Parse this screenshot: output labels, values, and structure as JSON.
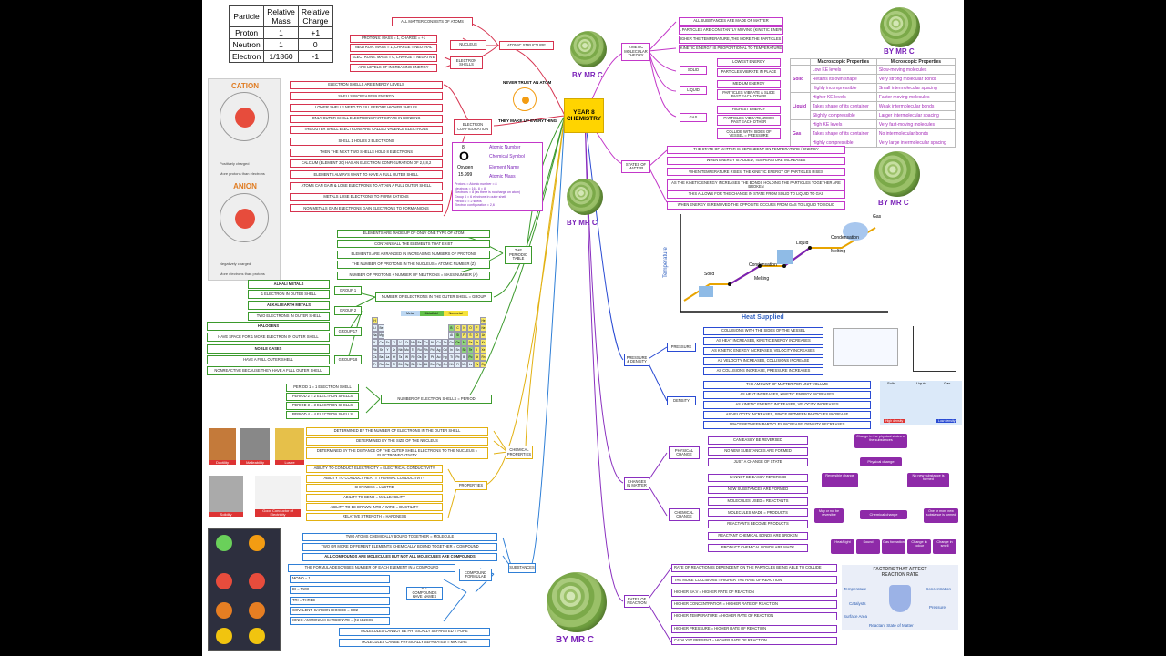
{
  "title_center": "YEAR 8 CHEMISTRY",
  "byline": "BY MR C",
  "particle_table": {
    "headers": [
      "Particle",
      "Relative Mass",
      "Relative Charge"
    ],
    "rows": [
      [
        "Proton",
        "1",
        "+1"
      ],
      [
        "Neutron",
        "1",
        "0"
      ],
      [
        "Electron",
        "1/1860",
        "-1"
      ]
    ]
  },
  "cation": {
    "title": "CATION",
    "note1": "Positively charged",
    "note2": "More protons than electrons"
  },
  "anion": {
    "title": "ANION",
    "note1": "Negatively charged",
    "note2": "More electrons than protons"
  },
  "left_images": {
    "ductility": "Ductility",
    "malleability": "Malleability",
    "lustre": "Lustre",
    "solidity": "Solidity",
    "conductor": "Good Conductor of Electricity"
  },
  "atomic_structure": {
    "hub": "ATOMIC STRUCTURE",
    "top": "ALL MATTER CONSISTS OF ATOMS",
    "nucleus": "NUCLEUS",
    "protons": "PROTONS: MASS = 1, CHARGE = +1",
    "neutron": "NEUTRON: MASS = 1, CHARGE = NEUTRAL",
    "electron_shells": "ELECTRON SHELLS",
    "electrons": "ELECTRONS: MASS = 0, CHARGE = NEGATIVE",
    "levels": "ARE LEVELS OF INCREASING ENERGY"
  },
  "never_trust": "NEVER TRUST AN ATOM",
  "they_make_up": "THEY MAKE UP EVERYTHING",
  "electron_config": {
    "hub": "ELECTRON CONFIGURATION",
    "items": [
      "ELECTRON SHELLS ARE ENERGY LEVELS",
      "SHELLS INCREASE IN ENERGY",
      "LOWER SHELLS NEED TO FILL BEFORE HIGHER SHELLS",
      "ONLY OUTER SHELL ELECTRONS PARTICIPATE IN BONDING",
      "THE OUTER SHELL ELECTRONS ARE CALLED VALENCE ELECTRONS",
      "SHELL 1 HOLDS 2 ELECTRONS",
      "THEN THE NEXT TWO SHELLS HOLD 8 ELECTRONS",
      "CALCIUM (ELEMENT 20) HAS AN ELECTRON CONFIGURATION OF 2,8,8,2",
      "ELEMENTS ALWAYS WANT TO HAVE A FULL OUTER SHELL",
      "ATOMS CAN GAIN & LOSE ELECTRONS TO ATTAIN A FULL OUTER SHELL",
      "METALS LOSE ELECTRONS TO FORM CATIONS",
      "NON METALS GAIN ELECTRONS GAIN ELECTRONS TO FORM ANIONS"
    ]
  },
  "oxygen_card": {
    "number": "8",
    "symbol": "O",
    "name": "Oxygen",
    "mass": "15.999",
    "labels": [
      "Atomic Number",
      "Chemical Symbol",
      "Element Name",
      "Atomic Mass"
    ],
    "facts": [
      "Protons = Atomic number = 8",
      "Neutrons = 16 - 8 = 8",
      "Electrons = 8 (as there is no charge on atom)",
      "Group 6 = 6 electrons in outer shell",
      "Period 2 = 2 shells",
      "Electron configuration = 2,6"
    ]
  },
  "periodic_table": {
    "hub": "THE PERIODIC TABLE",
    "items": [
      "ELEMENTS ARE MADE UP OF ONLY ONE TYPE OF ATOM",
      "CONTAINS ALL THE ELEMENTS THAT EXIST",
      "ELEMENTS ARE ARRANGED IN INCREASING NUMBERS OF PROTONS",
      "THE NUMBER OF PROTONS IN THE NUCLEUS = ATOMIC NUMBER (Z)",
      "NUMBER OF PROTONS + NUMBER OF NEUTRONS = MASS NUMBER (A)"
    ],
    "group_rule": "NUMBER OF ELECTRONS IN THE OUTER SHELL = GROUP",
    "period_rule": "NUMBER OF ELECTRON SHELLS = PERIOD",
    "groups": [
      {
        "label": "GROUP 1",
        "a": "ALKALI METALS",
        "b": "1 ELECTRON IN OUTER SHELL"
      },
      {
        "label": "GROUP 2",
        "a": "ALKALI EARTH METALS",
        "b": "TWO ELECTRONS IN OUTER SHELL"
      },
      {
        "label": "GROUP 17",
        "a": "HALOGENS",
        "b": "HAVE SPACE FOR 1 MORE ELECTRON IN OUTER SHELL"
      },
      {
        "label": "GROUP 18",
        "a": "NOBLE GASES",
        "b": "HAVE A FULL OUTER SHELL",
        "c": "NONREACTIVE BECAUSE THEY HAVE A FULL OUTER SHELL"
      }
    ],
    "periods": [
      "PERIOD 1 = 1 ELECTRON SHELL",
      "PERIOD 2 = 2 ELECTRON SHELLS",
      "PERIOD 3 = 3 ELECTRON SHELLS",
      "PERIOD 4 = 4 ELECTRON SHELLS"
    ],
    "legend": [
      "Metal",
      "Metalloid",
      "Nonmetal"
    ],
    "row1": [
      "H",
      "",
      "",
      "",
      "",
      "",
      "",
      "",
      "",
      "",
      "",
      "",
      "",
      "",
      "",
      "",
      "",
      "He"
    ],
    "row2": [
      "Li",
      "Be",
      "",
      "",
      "",
      "",
      "",
      "",
      "",
      "",
      "",
      "",
      "B",
      "C",
      "N",
      "O",
      "F",
      "Ne"
    ],
    "row3": [
      "Na",
      "Mg",
      "",
      "",
      "",
      "",
      "",
      "",
      "",
      "",
      "",
      "",
      "Al",
      "Si",
      "P",
      "S",
      "Cl",
      "Ar"
    ],
    "row4": [
      "K",
      "Ca",
      "Sc",
      "Ti",
      "V",
      "Cr",
      "Mn",
      "Fe",
      "Co",
      "Ni",
      "Cu",
      "Zn",
      "Ga",
      "Ge",
      "As",
      "Se",
      "Br",
      "Kr"
    ],
    "row5": [
      "Rb",
      "Sr",
      "Y",
      "Zr",
      "Nb",
      "Mo",
      "Tc",
      "Ru",
      "Rh",
      "Pd",
      "Ag",
      "Cd",
      "In",
      "Sn",
      "Sb",
      "Te",
      "I",
      "Xe"
    ],
    "row6": [
      "Cs",
      "Ba",
      "La",
      "Hf",
      "Ta",
      "W",
      "Re",
      "Os",
      "Ir",
      "Pt",
      "Au",
      "Hg",
      "Tl",
      "Pb",
      "Bi",
      "Po",
      "At",
      "Rn"
    ],
    "row7": [
      "Fr",
      "Ra",
      "Ac",
      "Rf",
      "Db",
      "Sg",
      "Bh",
      "Hs",
      "Mt",
      "Ds",
      "Rg",
      "Cn",
      "Nh",
      "Fl",
      "Mc",
      "Lv",
      "Ts",
      "Og"
    ]
  },
  "chemical_properties": {
    "hub": "CHEMICAL PROPERTIES",
    "items": [
      "DETERMINED BY THE NUMBER OF ELECTRONS IN THE OUTER SHELL",
      "DETERMINED BY THE SIZE OF THE NUCLEUS",
      "DETERMINED BY THE DISTANCE OF THE OUTER SHELL ELECTRONS TO THE NUCLEUS = ELECTRONEGATIVITY"
    ]
  },
  "properties": {
    "hub": "PROPERTIES",
    "items": [
      "ABILITY TO CONDUCT ELECTRICITY = ELECTRICAL CONDUCTIVITY",
      "ABILITY TO CONDUCT HEAT = THERMAL CONDUCTIVITY",
      "SHININESS = LUSTRE",
      "ABILITY TO BEND = MALLEABILITY",
      "ABILITY TO BE DRAWN INTO A WIRE = DUCTILITY",
      "RELATIVE STRENGTH = HARDNESS"
    ]
  },
  "substances": {
    "hub": "SUBSTANCES",
    "items": [
      "TWO ATOMS CHEMICALLY BOUND TOGETHER = MOLECULE",
      "TWO OR MORE DIFFERENT ELEMENTS CHEMICALLY BOUND TOGETHER = COMPOUND",
      "ALL COMPOUNDS ARE MOLECULES BUT NOT ALL MOLECULES ARE COMPOUNDS"
    ],
    "formula_hub": "COMPOUND FORMULAE",
    "formula_top": "THE FORMULA DESCRIBES NUMBER OF EACH ELEMENT IN A COMPOUND",
    "names_hub": "ALL COMPOUNDS HAVE NAMES",
    "names": [
      "MONO = 1",
      "DI = TWO",
      "TRI = THREE",
      "COVALENT: CARBON DIOXIDE = CO2",
      "IONIC: AMMONIUM CARBONATE = (NH4)2CO3"
    ],
    "pure": "MOLECULES CANNOT BE PHYSICALLY SEPARATED = PURE",
    "mixture": "MOLECULES CAN BE PHYSICALLY SEPARATED = MIXTURE"
  },
  "kinetic": {
    "hub": "KINETIC MOLECULAR THEORY",
    "items": [
      "ALL SUBSTANCES ARE MADE OF MATTER",
      "ALL PARTICLES ARE CONSTANTLY MOVING (KINETIC ENERGY)",
      "THE HIGHER THE TEMPERATURE, THE MORE THE PARTICLES MOVE",
      "KINETIC ENERGY IS PROPORTIONAL TO TEMPERATURE"
    ],
    "solid": "SOLID",
    "solid_items": [
      "LOWEST ENERGY",
      "PARTICLES VIBRATE IN PLACE"
    ],
    "liquid": "LIQUID",
    "liquid_items": [
      "MEDIUM ENERGY",
      "PARTICLES VIBRATE & SLIDE PAST EACH OTHER"
    ],
    "gas": "GAS",
    "gas_items": [
      "HIGHEST ENERGY",
      "PARTICLES VIBRATE, ZOOM PAST EACH OTHER",
      "COLLIDE WITH SIDES OF VESSEL = PRESSURE"
    ]
  },
  "states_table": {
    "headers": [
      "",
      "Macroscopic Properties",
      "Microscopic Properties"
    ],
    "rows": [
      {
        "state": "Solid",
        "macro": [
          "Low KE levels",
          "Retains its own shape",
          "Highly incompressible"
        ],
        "micro": [
          "Slow-moving molecules",
          "Very strong molecular bonds",
          "Small intermolecular spacing"
        ]
      },
      {
        "state": "Liquid",
        "macro": [
          "Higher KE levels",
          "Takes shape of its container",
          "Slightly compressible"
        ],
        "micro": [
          "Faster moving molecules",
          "Weak intermolecular bonds",
          "Larger intermolecular spacing"
        ]
      },
      {
        "state": "Gas",
        "macro": [
          "High KE levels",
          "Takes shape of its container",
          "Highly compressible"
        ],
        "micro": [
          "Very fast-moving molecules",
          "No intermolecular bonds",
          "Very large intermolecular spacing"
        ]
      }
    ]
  },
  "states_of_matter": {
    "hub": "STATES OF MATTER",
    "items": [
      "THE STATE OF MATTER IS DEPENDENT ON TEMPERATURE / ENERGY",
      "WHEN ENERGY IS ADDED, TEMPERATURE INCREASES",
      "WHEN TEMPERATURE RISES, THE KINETIC ENERGY OF PARTICLES RISES",
      "AS THE KINETIC ENERGY INCREASES THE BONDS HOLDING THE PARTICLES TOGETHER ARE BROKEN",
      "THIS ALLOWS FOR THE CHANGE IN STATE FROM SOLID TO LIQUID TO GAS",
      "WHEN ENERGY IS REMOVED THE OPPOSITE OCCURS FROM GAS TO LIQUID TO SOLID"
    ]
  },
  "heating_curve": {
    "ylabel": "Temperature",
    "xlabel": "Heat Supplied",
    "labels": {
      "solid": "Solid",
      "liquid": "Liquid",
      "gas": "Gas",
      "melting": "Melting",
      "condensation": "Condensation"
    }
  },
  "pressure": {
    "hub": "PRESSURE & DENSITY",
    "pressure": "PRESSURE",
    "pressure_items": [
      "COLLISIONS WITH THE SIDES OF THE VESSEL",
      "AS HEAT INCREASES, KINETIC ENERGY INCREASES",
      "AS KINETIC ENERGY INCREASES, VELOCITY INCREASES",
      "AS VELOCITY INCREASES, COLLISIONS INCREASE",
      "AS COLLISIONS INCREASE, PRESSURE INCREASES"
    ],
    "density": "DENSITY",
    "density_items": [
      "THE AMOUNT OF MATTER PER UNIT VOLUME",
      "AS HEAT INCREASES, KINETIC ENERGY INCREASES",
      "AS KINETIC ENERGY INCREASES, VELOCITY INCREASES",
      "AS VELOCITY INCREASES, SPACE BETWEEN PARTICLES INCREASE",
      "SPACE BETWEEN PARTICLES INCREASE, DENSITY DECREASES"
    ],
    "density_img": {
      "solid": "Solid",
      "liquid": "Liquid",
      "gas": "Gas",
      "high": "High density",
      "low": "Low density"
    }
  },
  "changes": {
    "hub": "CHANGES IN MATTER",
    "physical": "PHYSICAL CHANGE",
    "physical_items": [
      "CAN EASILY BE REVERSED",
      "NO NEW SUBSTANCES ARE FORMED",
      "JUST A CHANGE OF STATE"
    ],
    "chemical": "CHEMICAL CHANGE",
    "chemical_items": [
      "CANNOT BE EASILY REVERSED",
      "NEW SUBSTANCES ARE FORMED",
      "MOLECULES USED = REACTANTS",
      "MOLECULES MADE = PRODUCTS",
      "REACTANTS BECOME PRODUCTS",
      "REACTANT CHEMICAL BONDS ARE BROKEN",
      "PRODUCT CHEMICAL BONDS ARE MADE"
    ],
    "pc_diagram": {
      "top": "Change in the physical states of the substances",
      "mid": "Physical change",
      "left": "Reversible change",
      "right": "No new substance is formed"
    },
    "cc_diagram": {
      "mid": "Chemical change",
      "left": "May or not be reversible",
      "right": "One or more new substance is formed",
      "kids": [
        "Heat/Light",
        "Sound",
        "Gas formation",
        "Change in colour",
        "Change in smell"
      ]
    }
  },
  "rates": {
    "hub": "RATES OF REACTION",
    "items": [
      "RATE OF REACTION IS DEPENDENT ON THE PARTICLES BEING ABLE TO COLLIDE",
      "THE MORE COLLISIONS = HIGHER THE RATE OF REACTION",
      "HIGHER SA:V = HIGHER RATE OF REACTION",
      "HIGHER CONCENTRATION = HIGHER RATE OF REACTION",
      "HIGHER TEMPERATURE = HIGHER RATE OF REACTION",
      "HIGHER PRESSURE = HIGHER RATE OF REACTION",
      "CATALYST PRESENT = HIGHER RATE OF REACTION"
    ],
    "factors": {
      "title": "FACTORS THAT AFFECT REACTION RATE",
      "temperature": "Temperature",
      "concentration": "Concentration",
      "catalysts": "Catalysts",
      "pressure": "Pressure",
      "surface": "Surface Area",
      "state": "Reactant State of Matter"
    }
  },
  "colors": {
    "accent": "#7a21b8",
    "red": "#d6334f",
    "magenta": "#c338c9",
    "blue": "#2f7fd6",
    "green": "#3b9a2c",
    "yellow": "#e2b112",
    "hub": "#ffd400"
  }
}
